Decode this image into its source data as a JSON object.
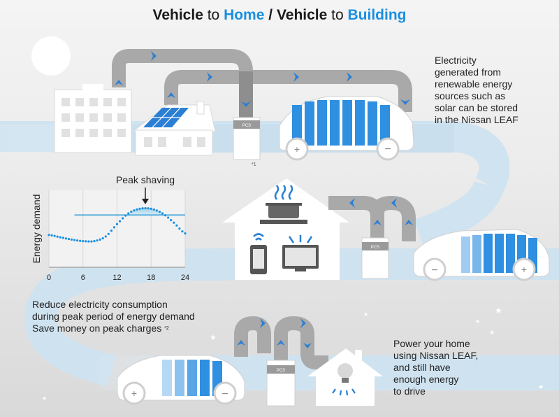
{
  "title": {
    "part1": "Vehicle",
    "part2": " to ",
    "part3": "Home",
    "part4": " / ",
    "part5": "Vehicle",
    "part6": " to ",
    "part7": "Building"
  },
  "captions": {
    "renewable": "Electricity\ngenerated from\nrenewable energy\nsources such as\nsolar can be stored\nin the Nissan LEAF",
    "peak": "Reduce electricity consumption\nduring peak period of energy demand\nSave money on peak charges",
    "peak_note": "*2",
    "power_home": "Power your home\nusing Nissan LEAF,\nand still have\nenough energy\nto drive",
    "note1": "*1"
  },
  "pcs_labels": [
    "PCS",
    "PCS",
    "PCS"
  ],
  "chart_data": {
    "type": "line",
    "annotation": "Peak shaving",
    "ylabel": "Energy demand",
    "x_ticks": [
      "0",
      "6",
      "12",
      "18",
      "24"
    ],
    "x": [
      0,
      2,
      4,
      6,
      8,
      10,
      12,
      14,
      16,
      18,
      20,
      22,
      24
    ],
    "series": [
      {
        "values": [
          4.2,
          3.9,
          3.6,
          3.4,
          3.4,
          4.0,
          5.6,
          7.0,
          7.6,
          7.6,
          7.0,
          5.8,
          4.4
        ]
      }
    ],
    "threshold": 6.8,
    "ylim": [
      0,
      10
    ],
    "xlim": [
      0,
      24
    ],
    "grid": "vertical"
  },
  "colors": {
    "accent_blue": "#1a8fe0",
    "battery_blue": "#2f8fe0",
    "band_blue": "#cfe3f0",
    "pipe_gray": "#a9a9a9"
  }
}
